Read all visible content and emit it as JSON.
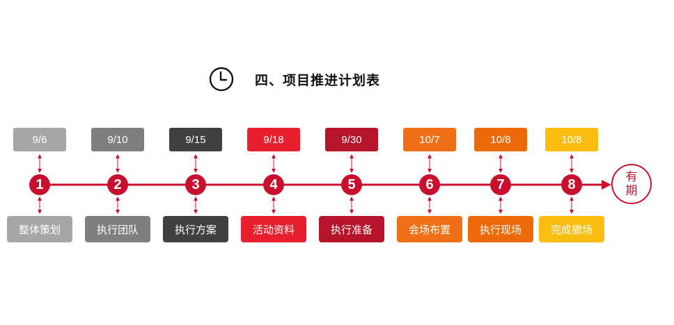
{
  "header": {
    "title": "四、项目推进计划表",
    "icon": "clock-icon"
  },
  "colors": {
    "line": "#c8102e",
    "steps": [
      "#a6a6a6",
      "#7f7f7f",
      "#404040",
      "#e8202e",
      "#b5142b",
      "#f07018",
      "#ec6a0a",
      "#fbbd10"
    ]
  },
  "steps": [
    {
      "number": "1",
      "date": "9/6",
      "task": "整体策划"
    },
    {
      "number": "2",
      "date": "9/10",
      "task": "执行团队"
    },
    {
      "number": "3",
      "date": "9/15",
      "task": "执行方案"
    },
    {
      "number": "4",
      "date": "9/18",
      "task": "活动资料"
    },
    {
      "number": "5",
      "date": "9/30",
      "task": "执行准备"
    },
    {
      "number": "6",
      "date": "10/7",
      "task": "会场布置"
    },
    {
      "number": "7",
      "date": "10/8",
      "task": "执行现场"
    },
    {
      "number": "8",
      "date": "10/8",
      "task": "完成撤场"
    }
  ],
  "end": {
    "line1": "有",
    "line2": "期"
  }
}
